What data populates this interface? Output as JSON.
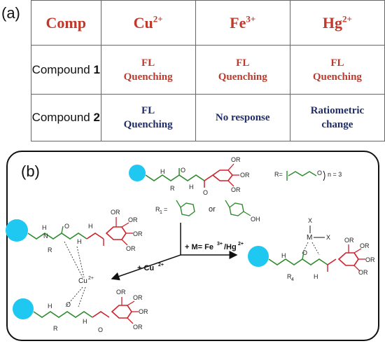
{
  "panel_a": {
    "label": "(a)",
    "headers": [
      "Comp",
      "Cu",
      "Fe",
      "Hg"
    ],
    "header_charges": [
      "",
      "2+",
      "3+",
      "2+"
    ],
    "rows": [
      {
        "name": "Compound",
        "num": "1",
        "cells": [
          [
            "FL",
            "Quenching"
          ],
          [
            "FL",
            "Quenching"
          ],
          [
            "FL",
            "Quenching"
          ]
        ]
      },
      {
        "name": "Compound",
        "num": "2",
        "cells": [
          [
            "FL",
            "Quenching"
          ],
          [
            "No response",
            ""
          ],
          [
            "Ratiometric",
            "change"
          ]
        ]
      }
    ]
  },
  "panel_b": {
    "label": "(b)",
    "or_label": "OR",
    "R_label": "R=",
    "n_label": "n = 3",
    "R1_label": "R",
    "R1_sub": "1",
    "R1_eq": "=",
    "or_word": "or",
    "oh_label": "OH",
    "metal_arrow_label": "+ M= Fe",
    "metal_fe_charge": "3+",
    "metal_hg": "/Hg",
    "metal_hg_charge": "2+",
    "cu_arrow_label": "+ Cu",
    "cu_charge": "2+",
    "cu_center": "Cu",
    "cu_center_charge": "2+",
    "M": "M",
    "X": "X",
    "H": "H",
    "N": "N",
    "O": "O",
    "R4": "R",
    "R4_sub": "4",
    "colors": {
      "bead": "#1ec8f0",
      "green": "#2e8b2e",
      "red": "#d0202a"
    }
  }
}
